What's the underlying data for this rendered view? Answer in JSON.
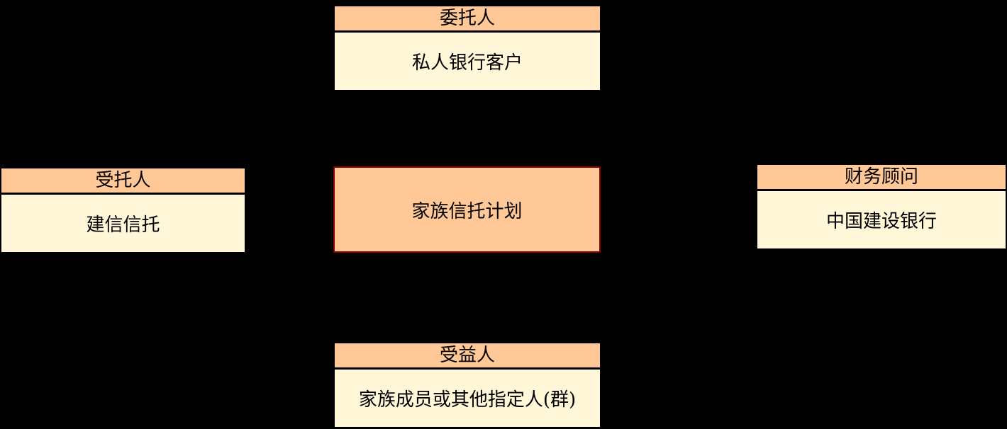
{
  "diagram": {
    "center": {
      "label": "家族信托计划"
    },
    "parties": {
      "settlor": {
        "role": "委托人",
        "name": "私人银行客户"
      },
      "trustee": {
        "role": "受托人",
        "name": "建信信托"
      },
      "advisor": {
        "role": "财务顾问",
        "name": "中国建设银行"
      },
      "beneficiary": {
        "role": "受益人",
        "name": "家族成员或其他指定人(群)"
      }
    },
    "colors": {
      "background": "#000000",
      "header_fill": "#ffc896",
      "body_fill": "#fff7d8",
      "center_fill": "#ffc896",
      "center_border": "#8b0000"
    }
  }
}
